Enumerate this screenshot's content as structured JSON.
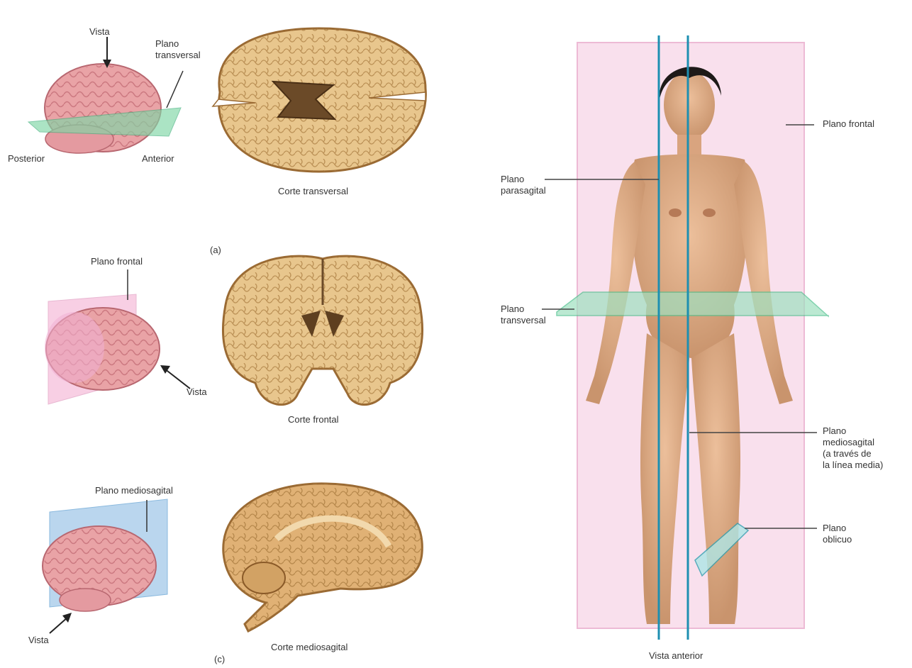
{
  "panel_a": {
    "view_label": "Vista",
    "plane_label": "Plano\ntransversal",
    "posterior_label": "Posterior",
    "anterior_label": "Anterior",
    "section_caption": "Corte transversal",
    "panel_letter": "(a)",
    "plane_color": "#7fd7a6"
  },
  "panel_b": {
    "plane_label": "Plano frontal",
    "view_label": "Vista",
    "section_caption": "Corte frontal",
    "plane_color": "#f3a9cf"
  },
  "panel_c": {
    "plane_label": "Plano mediosagital",
    "view_label": "Vista",
    "section_caption": "Corte mediosagital",
    "panel_letter": "(c)",
    "plane_color": "#a9cdea"
  },
  "body_figure": {
    "frontal_plane_label": "Plano frontal",
    "parasagittal_label": "Plano\nparasagital",
    "transverse_label": "Plano\ntransversal",
    "midsagittal_label": "Plano\nmediosagital\n(a través de\nla línea media)",
    "oblique_label": "Plano\noblicuo",
    "caption": "Vista anterior",
    "frontal_plane_color": "#f8d6e8",
    "sagittal_line_color": "#1d8fb1",
    "transverse_plane_color": "#9fe0c0",
    "skin_color": "#e2b08a",
    "hair_color": "#1e1a18"
  },
  "brain_colors": {
    "surface": "#e9a3a6",
    "section_tissue": "#e8c68d",
    "section_edge": "#9a6a33"
  }
}
